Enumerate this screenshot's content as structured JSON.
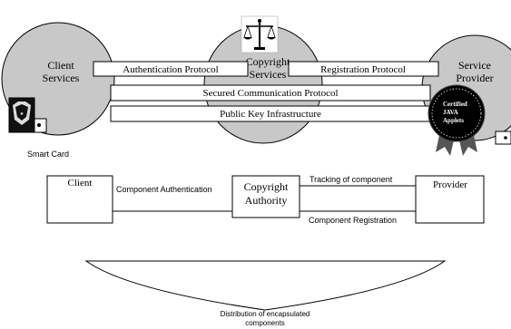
{
  "top_diagram": {
    "client_services": [
      "Client",
      "Services"
    ],
    "copyright_services": [
      "Copyright",
      "Services"
    ],
    "service_provider": [
      "Service",
      "Provider"
    ],
    "authentication_protocol": "Authentication Protocol",
    "registration_protocol": "Registration Protocol",
    "secured_communication_protocol": "Secured Communication Protocol",
    "public_key_infrastructure": "Public Key Infrastructure",
    "smart_card": "Smart Card",
    "certified_badge": [
      "Certified",
      "JAVA",
      "Applets"
    ],
    "colors": {
      "circle_fill": "#c8c8c8",
      "badge_fill": "#000000"
    },
    "icons": [
      "scales-of-justice-icon",
      "smart-card-icon",
      "certified-ribbon-icon",
      "plug-icon"
    ]
  },
  "bottom_diagram": {
    "client": "Client",
    "copyright_authority": [
      "Copyright",
      "Authority"
    ],
    "provider": "Provider",
    "component_authentication": "Component Authentication",
    "tracking_of_component": "Tracking of component",
    "component_registration": "Component Registration",
    "distribution": [
      "Distribution of encapsulated",
      "components"
    ]
  }
}
